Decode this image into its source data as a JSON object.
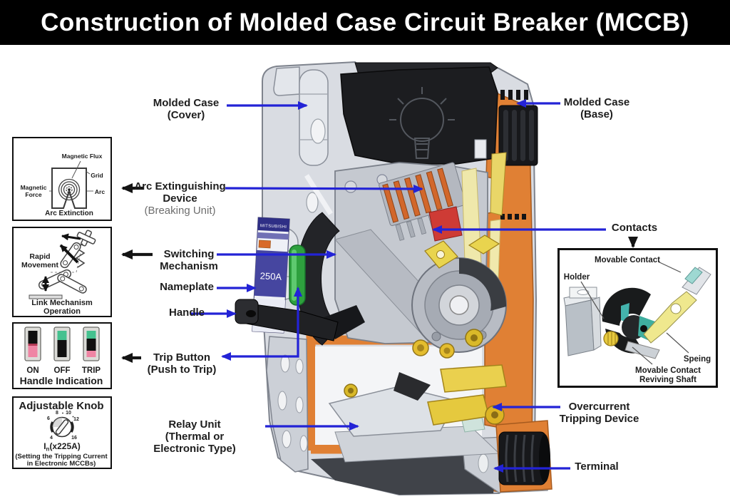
{
  "title": "Construction of Molded Case Circuit Breaker (MCCB)",
  "labels": {
    "cover": {
      "l1": "Molded Case",
      "l2": "(Cover)"
    },
    "base": {
      "l1": "Molded Case",
      "l2": "(Base)"
    },
    "arc": {
      "l1": "Arc Extinguishing",
      "l2": "Device",
      "l3": "(Breaking Unit)"
    },
    "contacts": "Contacts",
    "switching": {
      "l1": "Switching",
      "l2": "Mechanism"
    },
    "nameplate": "Nameplate",
    "handle": "Handle",
    "trip": {
      "l1": "Trip Button",
      "l2": "(Push to Trip)"
    },
    "relay": {
      "l1": "Relay Unit",
      "l2": "(Thermal or",
      "l3": "Electronic Type)"
    },
    "overcurrent": {
      "l1": "Overcurrent",
      "l2": "Tripping Device"
    },
    "terminal": "Terminal"
  },
  "insets": {
    "arc_extinction": {
      "magnetic_flux": "Magnetic Flux",
      "grid": "Grid",
      "magnetic_force_l1": "Magnetic",
      "magnetic_force_l2": "Force",
      "arc": "Arc",
      "caption": "Arc Extinction"
    },
    "link_mechanism": {
      "rapid_l1": "Rapid",
      "rapid_l2": "Movement",
      "caption_l1": "Link Mechanism",
      "caption_l2": "Operation"
    },
    "handle_indication": {
      "on": "ON",
      "off": "OFF",
      "trip": "TRIP",
      "caption": "Handle Indication"
    },
    "adjustable_knob": {
      "title": "Adjustable Knob",
      "numbers": [
        "4",
        "6",
        "8",
        "10",
        "12",
        "16"
      ],
      "rating": {
        "base": "I",
        "sub": "n",
        "mult": "(x225A)"
      },
      "caption_l1": "(Setting the Tripping Current",
      "caption_l2": "in Electronic MCCBs)"
    },
    "movable_contact": {
      "movable_contact": "Movable Contact",
      "holder": "Holder",
      "spring": "Speing",
      "shaft_l1": "Movable Contact",
      "shaft_l2": "Reviving Shaft"
    }
  },
  "device": {
    "brand": "MITSUBISHI",
    "rating": "250A"
  },
  "colors": {
    "leader_arrow_blue": "#2323d6",
    "arrow_black": "#141414",
    "section_orange": "#e08034",
    "case_gray": "#d9dce2",
    "trip_button_green": "#2ea03e",
    "arc_chute_fin_orange": "#d2672b",
    "arc_chute_red": "#ce3b35",
    "conductor_gold": "#e5c93e",
    "nameplate_blue": "#4646a0",
    "contact_teal": "#44b3ad",
    "switch_on_pink": "#ef85a4",
    "switch_green": "#45c18f"
  }
}
